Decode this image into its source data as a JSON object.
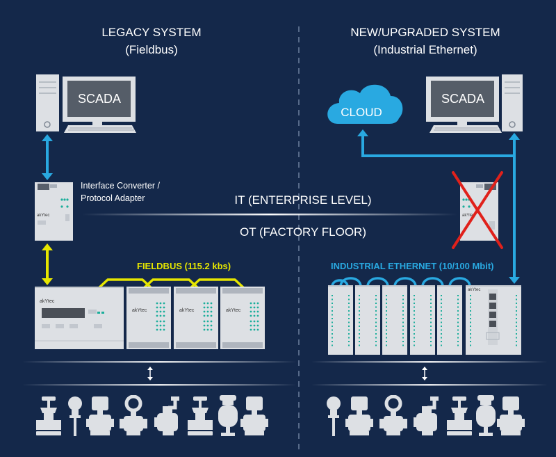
{
  "legacy": {
    "title": "LEGACY SYSTEM",
    "subtitle": "(Fieldbus)",
    "scada_label": "SCADA",
    "converter_label_line1": "Interface Converter /",
    "converter_label_line2": "Protocol Adapter",
    "bus_label": "FIELDBUS (115.2 kbs)",
    "brand": "akYtec"
  },
  "upgraded": {
    "title": "NEW/UPGRADED SYSTEM",
    "subtitle": "(Industrial Ethernet)",
    "scada_label": "SCADA",
    "cloud_label": "CLOUD",
    "bus_label": "INDUSTRIAL ETHERNET (10/100 Mbit)",
    "brand": "akYtec"
  },
  "levels": {
    "it": "IT (ENTERPRISE LEVEL)",
    "ot": "OT (FACTORY FLOOR)"
  },
  "colors": {
    "background": "#14284a",
    "fieldbus": "#e6e600",
    "ethernet": "#29a9e1",
    "cross": "#e0211b",
    "device": "#dde0e4",
    "text": "#ffffff"
  },
  "icons": {
    "field_devices_left": [
      "valve-icon",
      "temperature-sensor-icon",
      "pump-icon",
      "flowmeter-icon",
      "actuator-icon",
      "valve-icon",
      "pressure-gauge-icon",
      "pump-icon"
    ],
    "field_devices_right": [
      "temperature-sensor-icon",
      "pump-icon",
      "flowmeter-icon",
      "actuator-icon",
      "valve-icon",
      "pressure-gauge-icon",
      "pump-icon"
    ]
  }
}
